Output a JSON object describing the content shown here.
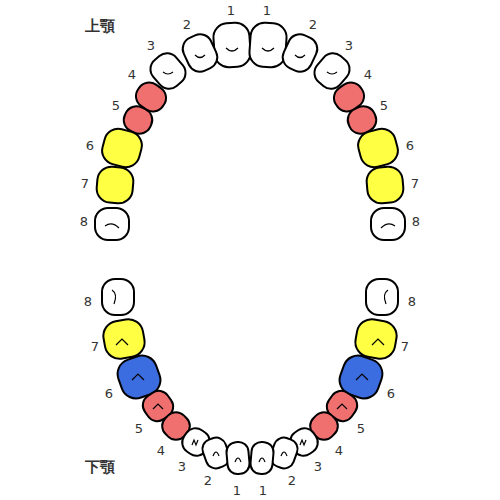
{
  "diagram": {
    "labels": [
      "上顎",
      "1",
      "1",
      "2",
      "2",
      "3",
      "3",
      "4",
      "4",
      "5",
      "5",
      "6",
      "6",
      "7",
      "7",
      "8",
      "8",
      "下顎",
      "8",
      "8",
      "7",
      "7",
      "6",
      "6",
      "5",
      "5",
      "4",
      "4",
      "3",
      "3",
      "2",
      "2",
      "1",
      "1"
    ]
  }
}
